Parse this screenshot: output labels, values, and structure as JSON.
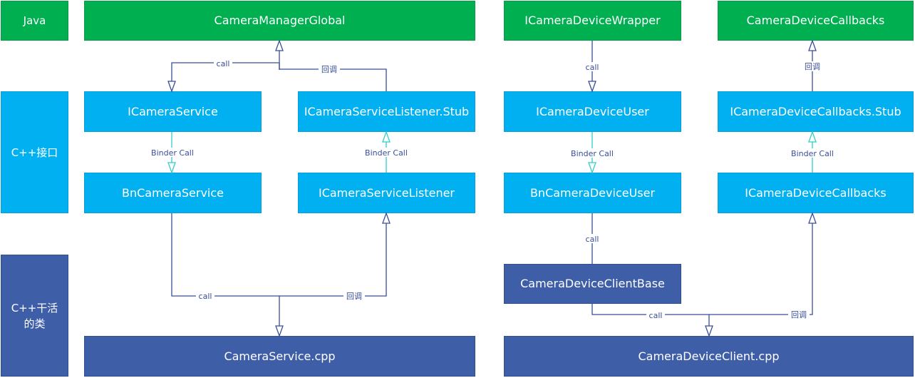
{
  "layers": {
    "java": "Java",
    "cpp_interface": "C++接口",
    "cpp_worker": "C++干活\n的类"
  },
  "boxes": {
    "camera_manager_global": "CameraManagerGlobal",
    "icamera_service": "ICameraService",
    "icamera_service_listener_stub": "ICameraServiceListener.Stub",
    "bn_camera_service": "BnCameraService",
    "icamera_service_listener": "ICameraServiceListener",
    "camera_service_cpp": "CameraService.cpp",
    "icamera_device_wrapper": "ICameraDeviceWrapper",
    "camera_device_callbacks": "CameraDeviceCallbacks",
    "icamera_device_user": "ICameraDeviceUser",
    "icamera_device_callbacks_stub": "ICameraDeviceCallbacks.Stub",
    "bn_camera_device_user": "BnCameraDeviceUser",
    "icamera_device_callbacks": "ICameraDeviceCallbacks",
    "camera_device_client_base": "CameraDeviceClientBase",
    "camera_device_client_cpp": "CameraDeviceClient.cpp"
  },
  "edge_labels": {
    "call": "call",
    "callback": "回调",
    "binder_call": "Binder Call"
  },
  "colors": {
    "java_layer": "#00b050",
    "interface_layer": "#00b0f0",
    "worker_layer": "#3e5ea8",
    "connector": "#3a4e9a",
    "binder_arrow": "#2fd0c8"
  }
}
